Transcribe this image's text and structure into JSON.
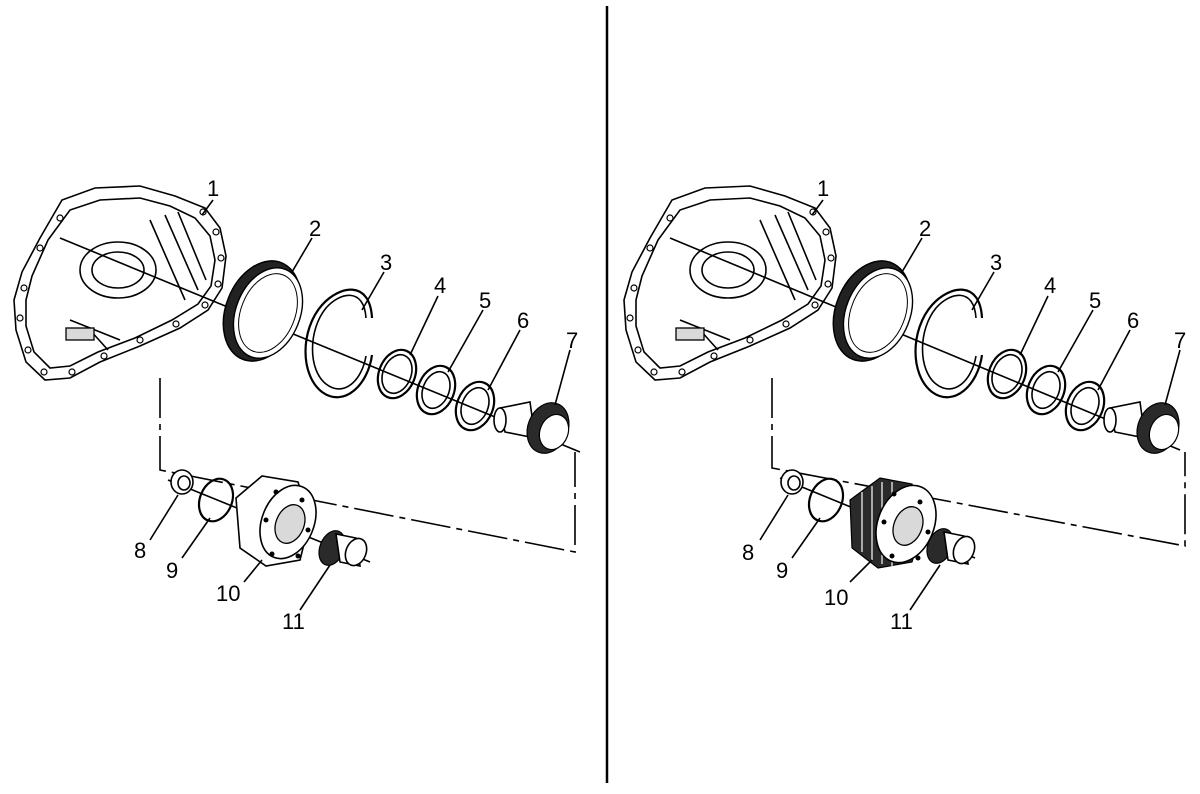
{
  "panels": [
    {
      "id": "left",
      "callouts": [
        "1",
        "2",
        "3",
        "4",
        "5",
        "6",
        "7",
        "8",
        "9",
        "10",
        "11"
      ]
    },
    {
      "id": "right",
      "callouts": [
        "1",
        "2",
        "3",
        "4",
        "5",
        "6",
        "7",
        "8",
        "9",
        "10",
        "11"
      ]
    }
  ]
}
